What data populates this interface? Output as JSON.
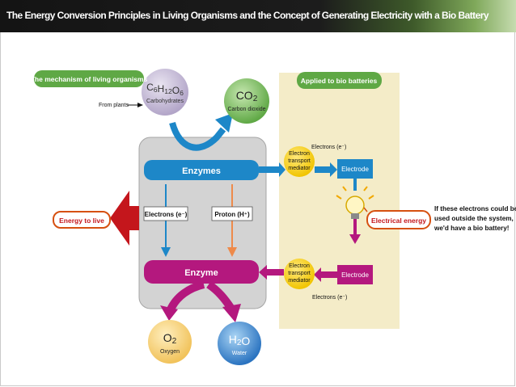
{
  "title": "The Energy Conversion Principles in Living Organisms and the Concept of Generating Electricity with a Bio Battery",
  "mechanism_label": "The mechanism of living organisms",
  "applied_label": "Applied to bio batteries",
  "c6h12o6": {
    "formula": "C6H12O6",
    "caption": "Carbohydrates"
  },
  "from_plants": "From plants",
  "co2": {
    "formula": "CO2",
    "caption": "Carbon dioxide"
  },
  "enzymes_label": "Enzymes",
  "enzyme_label": "Enzyme",
  "electrons_inner": "Electrons (e⁻)",
  "proton_inner": "Proton (H⁺)",
  "energy_to_live": "Energy to live",
  "etm_top": [
    "Electron",
    "transport",
    "mediator"
  ],
  "etm_bottom": [
    "Electron",
    "transport",
    "mediator"
  ],
  "electrons_top": "Electrons (e⁻)",
  "electrons_bottom": "Electrons (e⁻)",
  "electrode_top": "Electrode",
  "electrode_bottom": "Electrode",
  "electrical_energy": "Electrical energy",
  "note": [
    "If these electrons could be",
    "used outside the system,",
    "we'd have a bio battery!"
  ],
  "o2": {
    "formula": "O2",
    "caption": "Oxygen"
  },
  "h2o": {
    "formula": "H2O",
    "caption": "Water"
  },
  "colors": {
    "blue": "#1d87c8",
    "magenta": "#b4187e",
    "green": "#5fa845",
    "beige": "#f4ecc8",
    "gray_panel": "#d3d3d3",
    "yellow": "#f1c400",
    "red": "#c4161c",
    "orange": "#ee8a4a"
  }
}
